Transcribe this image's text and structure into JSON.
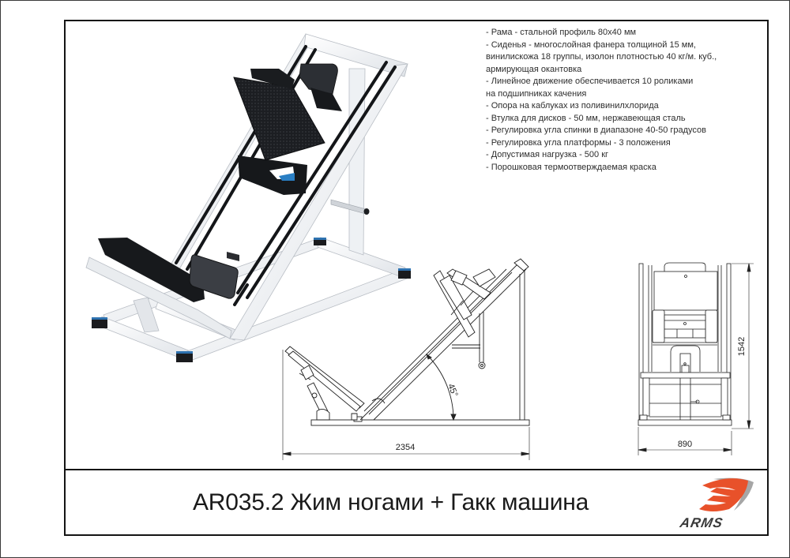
{
  "document": {
    "title": "AR035.2 Жим ногами + Гакк машина"
  },
  "specs": {
    "items": [
      "- Рама - стальной профиль 80х40 мм",
      "- Сиденья - многослойная фанера толщиной 15 мм,\nвинилискожа 18 группы, изолон плотностью 40 кг/м. куб.,\nармирующая окантовка",
      "- Линейное движение обеспечивается 10 роликами\nна подшипниках качения",
      "- Опора на каблуках из поливинилхлорида",
      "- Втулка для дисков - 50 мм, нержавеющая сталь",
      "- Регулировка угла спинки в диапазоне 40-50 градусов",
      "- Регулировка угла платформы - 3 положения",
      "- Допустимая нагрузка - 500 кг",
      "- Порошковая термоотверждаемая краска"
    ]
  },
  "views": {
    "side": {
      "length_dim": "2354",
      "angle_label": "45°"
    },
    "front": {
      "width_dim": "890",
      "height_dim": "1542"
    }
  },
  "brand": {
    "name": "ARMS",
    "accent_color": "#e8512a",
    "shadow_color": "#a6a6a6"
  }
}
